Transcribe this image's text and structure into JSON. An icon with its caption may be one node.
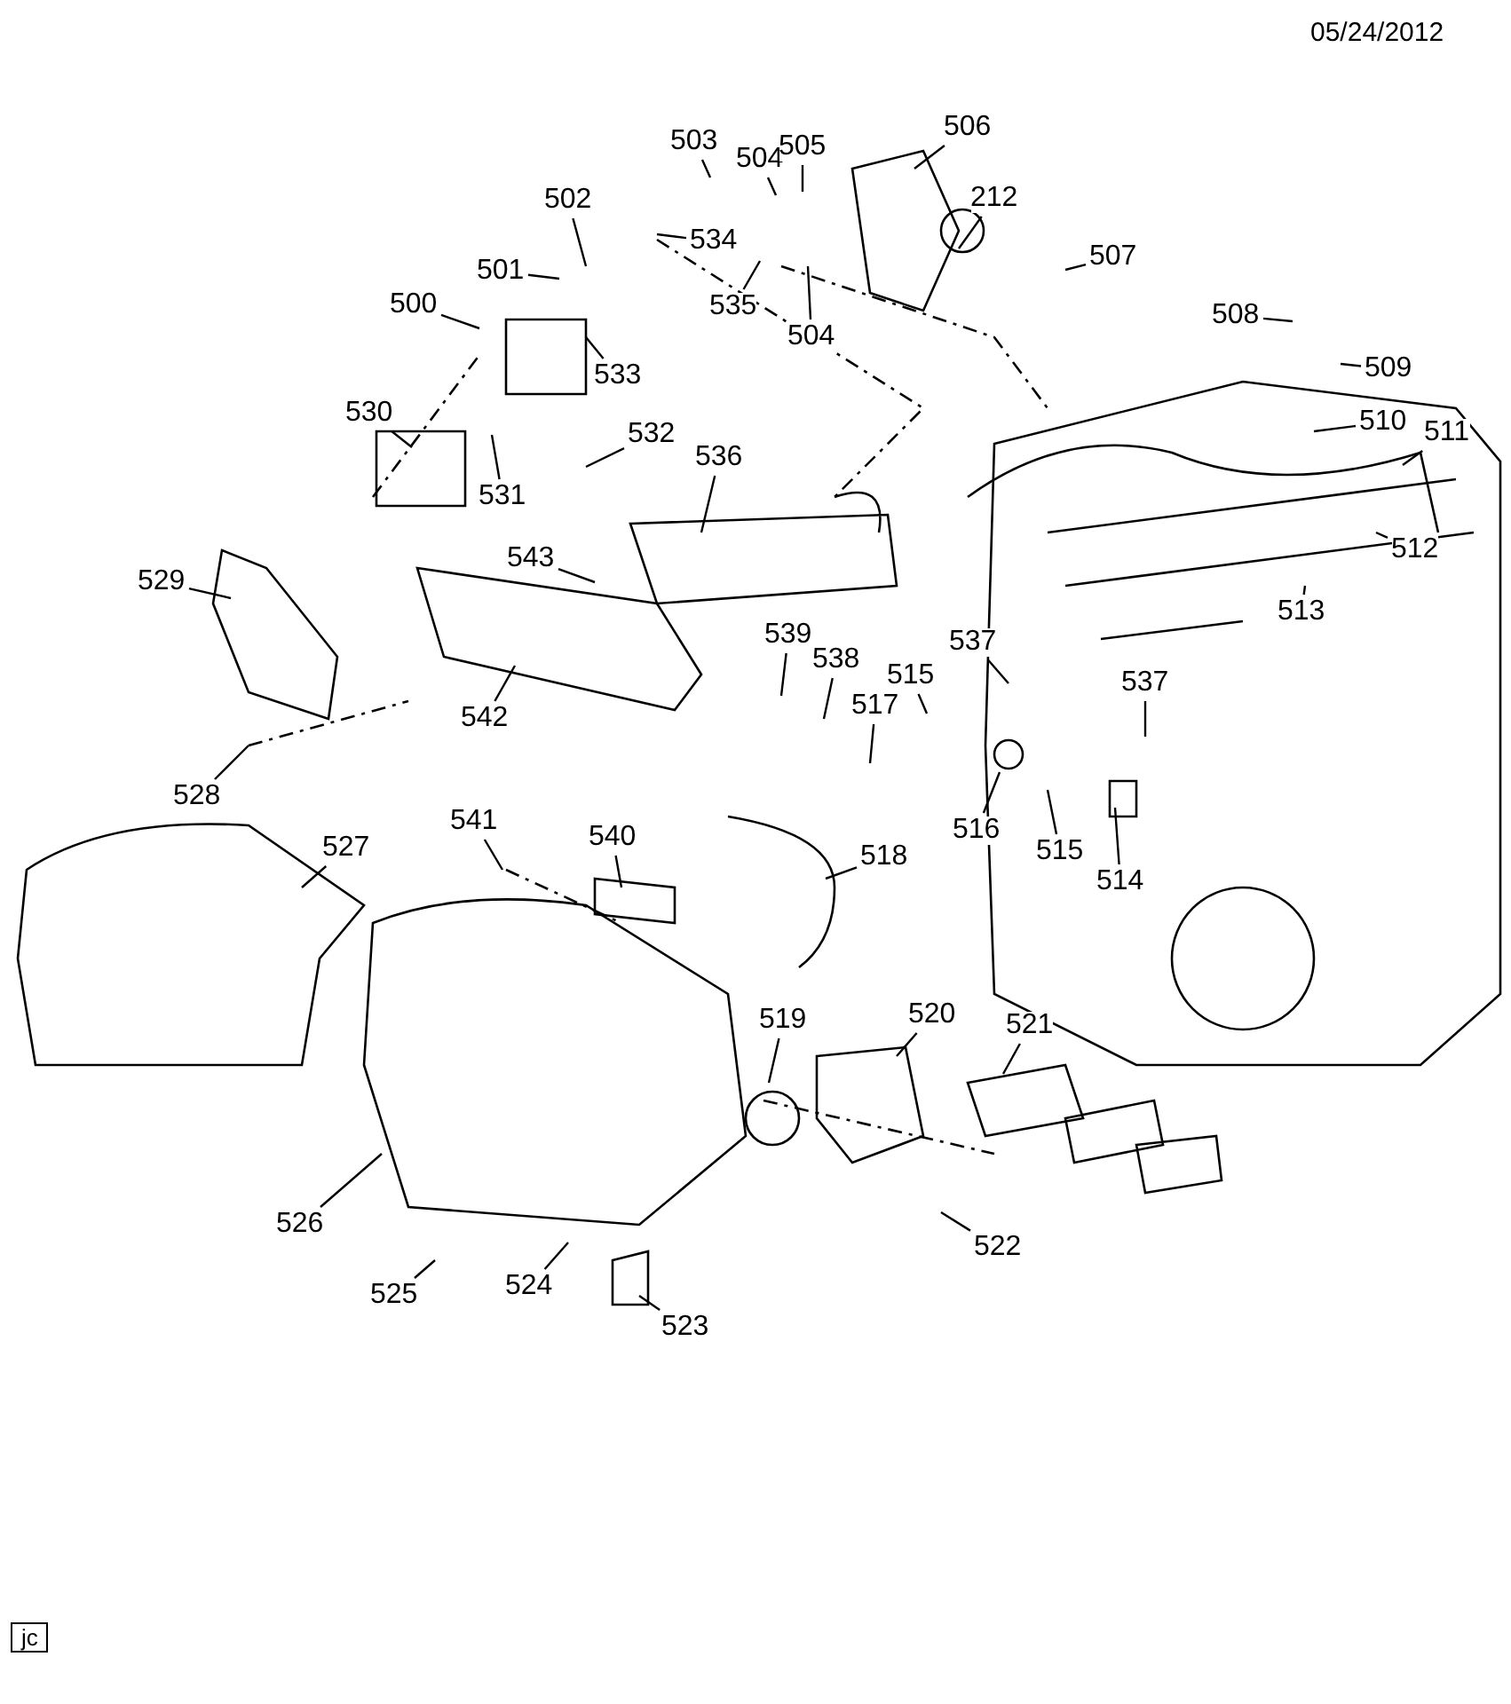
{
  "diagram": {
    "nodes": [
      {
        "text": [
          "503"
        ]
      },
      {
        "text": [
          "504"
        ]
      },
      {
        "text": [
          "505"
        ]
      },
      {
        "text": [
          "506"
        ]
      },
      {
        "text": [
          "212"
        ]
      },
      {
        "text": [
          "507"
        ]
      },
      {
        "text": [
          "508"
        ]
      },
      {
        "text": [
          "509"
        ]
      },
      {
        "text": [
          "510"
        ]
      },
      {
        "text": [
          "511"
        ]
      },
      {
        "text": [
          "512"
        ]
      },
      {
        "text": [
          "513"
        ]
      },
      {
        "text": [
          "502"
        ]
      },
      {
        "text": [
          "501"
        ]
      },
      {
        "text": [
          "534"
        ]
      },
      {
        "text": [
          "500"
        ]
      },
      {
        "text": [
          "533"
        ]
      },
      {
        "text": [
          "535"
        ]
      },
      {
        "text": [
          "504"
        ]
      },
      {
        "text": [
          "530"
        ]
      },
      {
        "text": [
          "531"
        ]
      },
      {
        "text": [
          "532"
        ]
      },
      {
        "text": [
          "536"
        ]
      },
      {
        "text": [
          "543"
        ]
      },
      {
        "text": [
          "529"
        ]
      },
      {
        "text": [
          "542"
        ]
      },
      {
        "text": [
          "528"
        ]
      },
      {
        "text": [
          "539"
        ]
      },
      {
        "text": [
          "538"
        ]
      },
      {
        "text": [
          "515"
        ]
      },
      {
        "text": [
          "517"
        ]
      },
      {
        "text": [
          "537"
        ]
      },
      {
        "text": [
          "537"
        ]
      },
      {
        "text": [
          "516"
        ]
      },
      {
        "text": [
          "515"
        ]
      },
      {
        "text": [
          "514"
        ]
      },
      {
        "text": [
          "518"
        ]
      },
      {
        "text": [
          "541"
        ]
      },
      {
        "text": [
          "540"
        ]
      },
      {
        "text": [
          "527"
        ]
      },
      {
        "text": [
          "519"
        ]
      },
      {
        "text": [
          "520"
        ]
      },
      {
        "text": [
          "521"
        ]
      },
      {
        "text": [
          "526"
        ]
      },
      {
        "text": [
          "522"
        ]
      },
      {
        "text": [
          "525"
        ]
      },
      {
        "text": [
          "524"
        ]
      },
      {
        "text": [
          "523"
        ]
      }
    ],
    "edges": [
      {
        "from": 0,
        "to": null,
        "arrow": "none"
      },
      {
        "from": 1,
        "to": null,
        "arrow": "none"
      },
      {
        "from": 2,
        "to": null,
        "arrow": "none"
      },
      {
        "from": 3,
        "to": null,
        "arrow": "none"
      },
      {
        "from": 4,
        "to": null,
        "arrow": "none"
      },
      {
        "from": 5,
        "to": null,
        "arrow": "none"
      },
      {
        "from": 6,
        "to": null,
        "arrow": "none"
      },
      {
        "from": 7,
        "to": null,
        "arrow": "none"
      },
      {
        "from": 8,
        "to": null,
        "arrow": "none"
      },
      {
        "from": 9,
        "to": null,
        "arrow": "none"
      },
      {
        "from": 10,
        "to": null,
        "arrow": "none"
      },
      {
        "from": 11,
        "to": null,
        "arrow": "none"
      },
      {
        "from": 12,
        "to": null,
        "arrow": "none"
      },
      {
        "from": 13,
        "to": null,
        "arrow": "none"
      },
      {
        "from": 14,
        "to": null,
        "arrow": "none"
      },
      {
        "from": 15,
        "to": null,
        "arrow": "none"
      },
      {
        "from": 16,
        "to": null,
        "arrow": "none"
      },
      {
        "from": 17,
        "to": null,
        "arrow": "none"
      },
      {
        "from": 18,
        "to": null,
        "arrow": "none"
      },
      {
        "from": 19,
        "to": null,
        "arrow": "none"
      },
      {
        "from": 20,
        "to": null,
        "arrow": "none"
      },
      {
        "from": 21,
        "to": null,
        "arrow": "none"
      },
      {
        "from": 22,
        "to": null,
        "arrow": "none"
      },
      {
        "from": 23,
        "to": null,
        "arrow": "none"
      },
      {
        "from": 24,
        "to": null,
        "arrow": "none"
      },
      {
        "from": 25,
        "to": null,
        "arrow": "none"
      },
      {
        "from": 26,
        "to": null,
        "arrow": "none"
      },
      {
        "from": 27,
        "to": null,
        "arrow": "none"
      },
      {
        "from": 28,
        "to": null,
        "arrow": "none"
      },
      {
        "from": 29,
        "to": null,
        "arrow": "none"
      },
      {
        "from": 30,
        "to": null,
        "arrow": "none"
      },
      {
        "from": 31,
        "to": null,
        "arrow": "none"
      },
      {
        "from": 32,
        "to": null,
        "arrow": "none"
      },
      {
        "from": 33,
        "to": null,
        "arrow": "none"
      },
      {
        "from": 34,
        "to": null,
        "arrow": "none"
      },
      {
        "from": 35,
        "to": null,
        "arrow": "none"
      },
      {
        "from": 36,
        "to": null,
        "arrow": "none"
      },
      {
        "from": 37,
        "to": null,
        "arrow": "none"
      },
      {
        "from": 38,
        "to": null,
        "arrow": "none"
      },
      {
        "from": 39,
        "to": null,
        "arrow": "none"
      },
      {
        "from": 40,
        "to": null,
        "arrow": "none"
      },
      {
        "from": 41,
        "to": null,
        "arrow": "none"
      },
      {
        "from": 42,
        "to": null,
        "arrow": "none"
      },
      {
        "from": 43,
        "to": null,
        "arrow": "none"
      },
      {
        "from": 44,
        "to": null,
        "arrow": "none"
      },
      {
        "from": 45,
        "to": null,
        "arrow": "none"
      },
      {
        "from": 46,
        "to": null,
        "arrow": "none"
      },
      {
        "from": 47,
        "to": null,
        "arrow": "none"
      }
    ],
    "labels": [
      "05/24/2012",
      "jc"
    ]
  }
}
